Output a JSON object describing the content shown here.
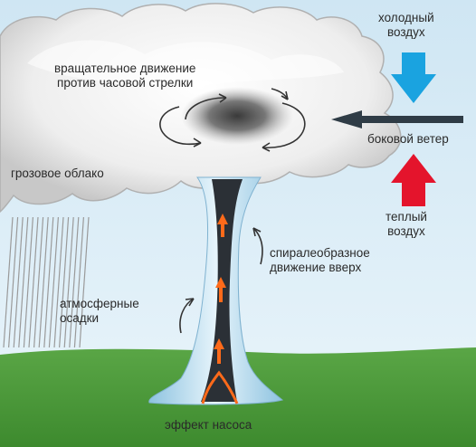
{
  "labels": {
    "rotation": "вращательное движение\nпротив часовой стрелки",
    "cold_air": "холодный\nвоздух",
    "side_wind": "боковой ветер",
    "warm_air": "теплый\nвоздух",
    "storm_cloud": "грозовое облако",
    "spiral_up": "спиралеобразное\nдвижение вверх",
    "precipitation": "атмосферные\nосадки",
    "pump_effect": "эффект насоса"
  },
  "colors": {
    "sky": "#d9ecf6",
    "grass": "#4f9b3d",
    "cold_arrow": "#1aa3e0",
    "warm_arrow": "#e4142c",
    "wind_arrow": "#2f3c46",
    "updraft": "#ff6a1a",
    "funnel_core": "#2b3036",
    "funnel_edge": "#b9dcef"
  }
}
